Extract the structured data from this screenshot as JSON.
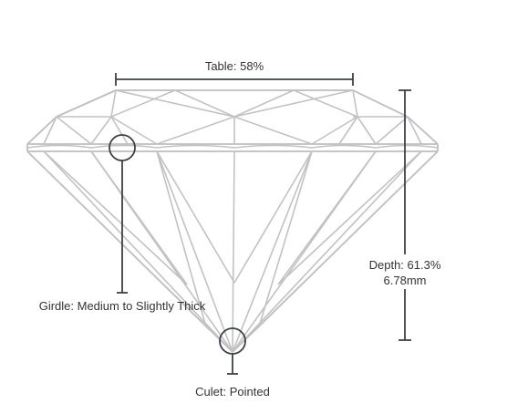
{
  "labels": {
    "table": "Table: 58%",
    "depth_pct": "Depth: 61.3%",
    "depth_mm": "6.78mm",
    "girdle": "Girdle: Medium to Slightly Thick",
    "culet": "Culet: Pointed"
  },
  "colors": {
    "facet_lines": "#c2c2c2",
    "measure_lines": "#3d4148",
    "text": "#333333"
  }
}
